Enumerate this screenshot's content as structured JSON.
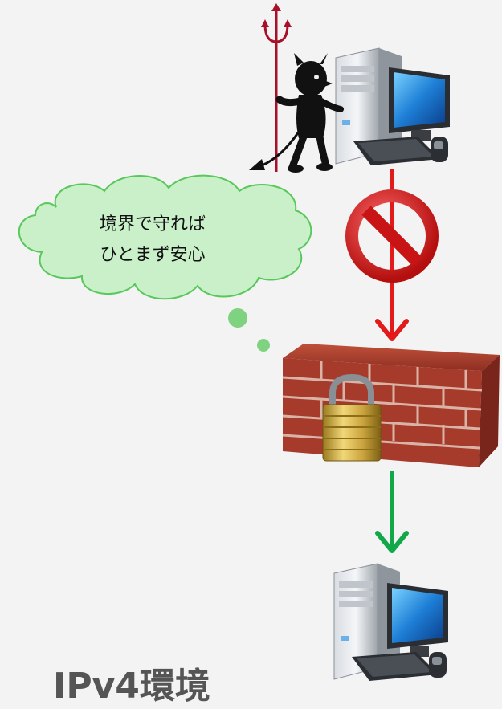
{
  "thought_bubble": {
    "line1": "境界で守れば",
    "line2": "ひとまず安心"
  },
  "caption": "IPv4環境",
  "icons": {
    "attacker": "devil-with-trident-icon",
    "attacker_computer": "desktop-computer-icon",
    "blocked": "prohibited-sign-icon",
    "firewall": "brick-firewall-with-padlock-icon",
    "protected_computer": "desktop-computer-icon"
  },
  "colors": {
    "blocked_arrow": "#e21a1a",
    "allowed_arrow": "#12a84a",
    "bubble_fill": "#c9f0c9",
    "bubble_stroke": "#58c85a",
    "devil_trident": "#a8102a",
    "prohibited": "#d01a1a"
  }
}
